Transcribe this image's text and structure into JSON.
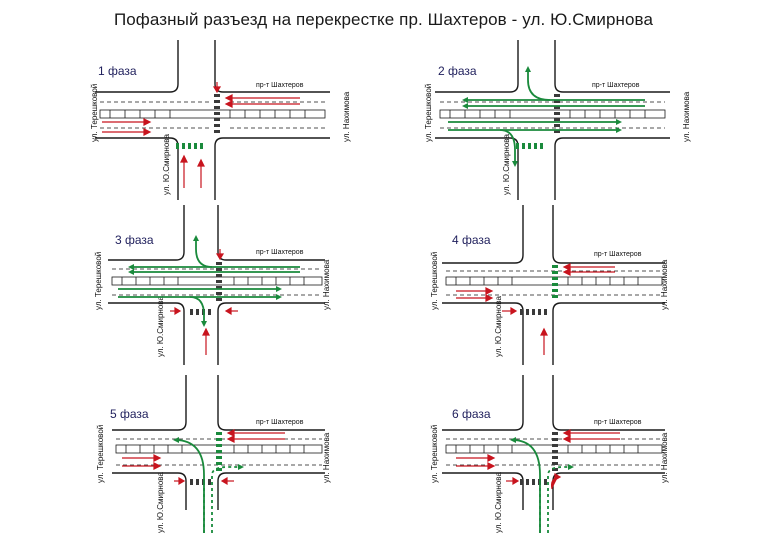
{
  "title": "Пофазный разъезд на перекрестке пр. Шахтеров - ул. Ю.Смирнова",
  "streets": {
    "main": "пр-т Шахтеров",
    "west": "ул. Терешковой",
    "east": "ул. Нахимова",
    "south": "ул. Ю.Смирнова"
  },
  "colors": {
    "road": "#1a1a1a",
    "red": "#c8141e",
    "green": "#1a8a3c",
    "label": "#1f1f5c"
  },
  "phases": [
    {
      "label": "1 фаза"
    },
    {
      "label": "2 фаза"
    },
    {
      "label": "3 фаза"
    },
    {
      "label": "4 фаза"
    },
    {
      "label": "5 фаза"
    },
    {
      "label": "6 фаза"
    }
  ]
}
